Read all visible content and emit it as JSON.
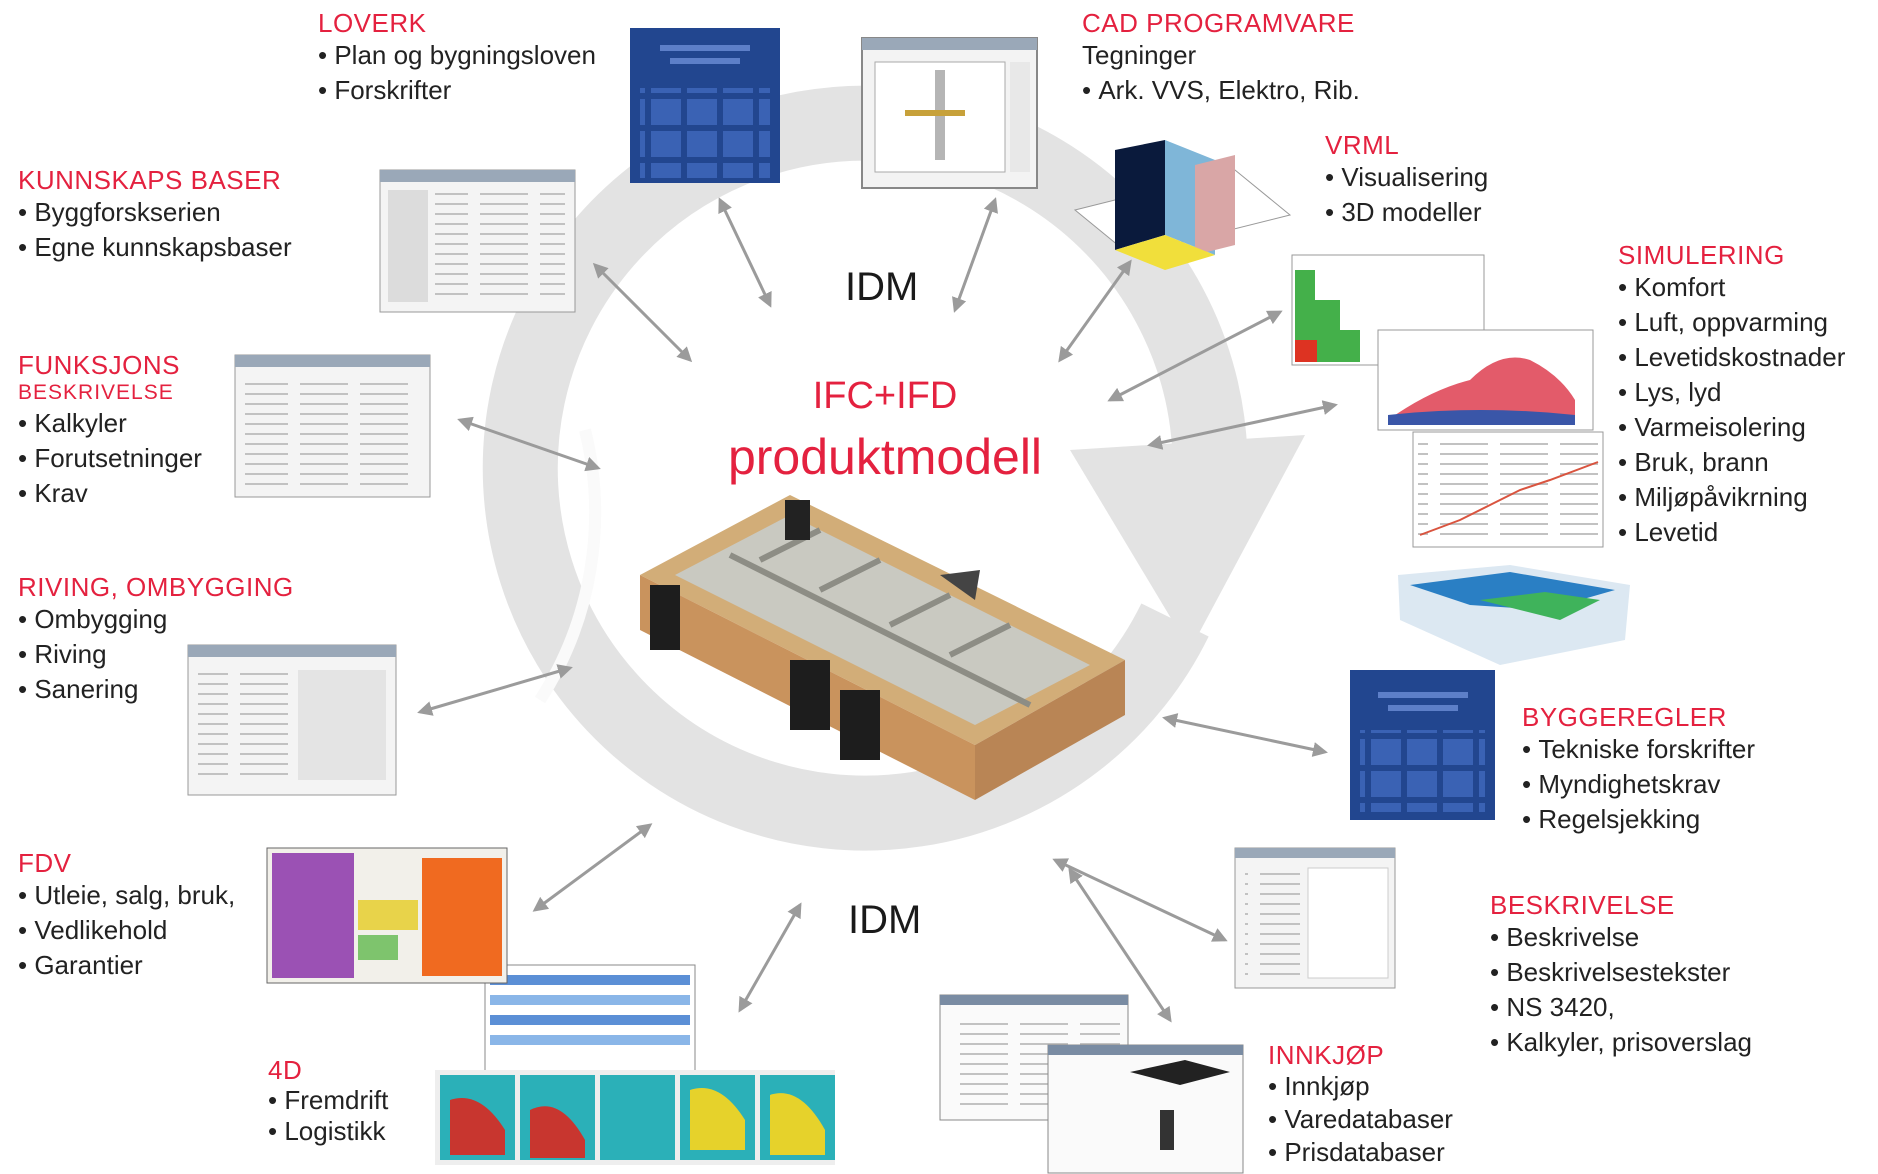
{
  "center": {
    "model": "IFC+IFD",
    "title": "produktmodell"
  },
  "cycle": {
    "top_label": "IDM",
    "bottom_label": "IDM"
  },
  "colors": {
    "accent": "#e4213f",
    "cycle": "#e3e3e3",
    "arrow": "#9b9b9b",
    "screen_blue": "#22468f"
  },
  "groups": [
    {
      "id": "loverk",
      "title": "LOVERK",
      "items": [
        "Plan og bygningsloven",
        "Forskrifter"
      ]
    },
    {
      "id": "kunnskapsbaser",
      "title": "KUNNSKAPS BASER",
      "items": [
        "Byggforskserien",
        "Egne kunnskapsbaser"
      ]
    },
    {
      "id": "funksjonsbeskrivelse",
      "title": "FUNKSJONS",
      "title2": "BESKRIVELSE",
      "items": [
        "Kalkyler",
        "Forutsetninger",
        "Krav"
      ]
    },
    {
      "id": "riving",
      "title": "RIVING, OMBYGGING",
      "items": [
        "Ombygging",
        "Riving",
        "Sanering"
      ]
    },
    {
      "id": "fdv",
      "title": "FDV",
      "items": [
        "Utleie, salg, bruk,",
        "Vedlikehold",
        "Garantier"
      ]
    },
    {
      "id": "4d",
      "title": "4D",
      "items": [
        "Fremdrift",
        "Logistikk"
      ]
    },
    {
      "id": "innkjop",
      "title": "INNKJØP",
      "items": [
        "Innkjøp",
        "Varedatabaser",
        "Prisdatabaser"
      ]
    },
    {
      "id": "beskrivelse",
      "title": "BESKRIVELSE",
      "items": [
        "Beskrivelse",
        "Beskrivelsestekster",
        "NS 3420,",
        "Kalkyler, prisoverslag"
      ]
    },
    {
      "id": "byggeregler",
      "title": "BYGGEREGLER",
      "items": [
        "Tekniske forskrifter",
        "Myndighetskrav",
        "Regelsjekking"
      ]
    },
    {
      "id": "simulering",
      "title": "SIMULERING",
      "items": [
        "Komfort",
        "Luft, oppvarming",
        "Levetidskostnader",
        "Lys, lyd",
        "Varmeisolering",
        "Bruk, brann",
        "Miljøpåvikrning",
        "Levetid"
      ]
    },
    {
      "id": "vrml",
      "title": "VRML",
      "items": [
        "Visualisering",
        "3D modeller"
      ]
    },
    {
      "id": "cad",
      "title": "CAD PROGRAMVARE",
      "subtitle": "Tegninger",
      "items": [
        "Ark. VVS, Elektro, Rib."
      ]
    }
  ]
}
